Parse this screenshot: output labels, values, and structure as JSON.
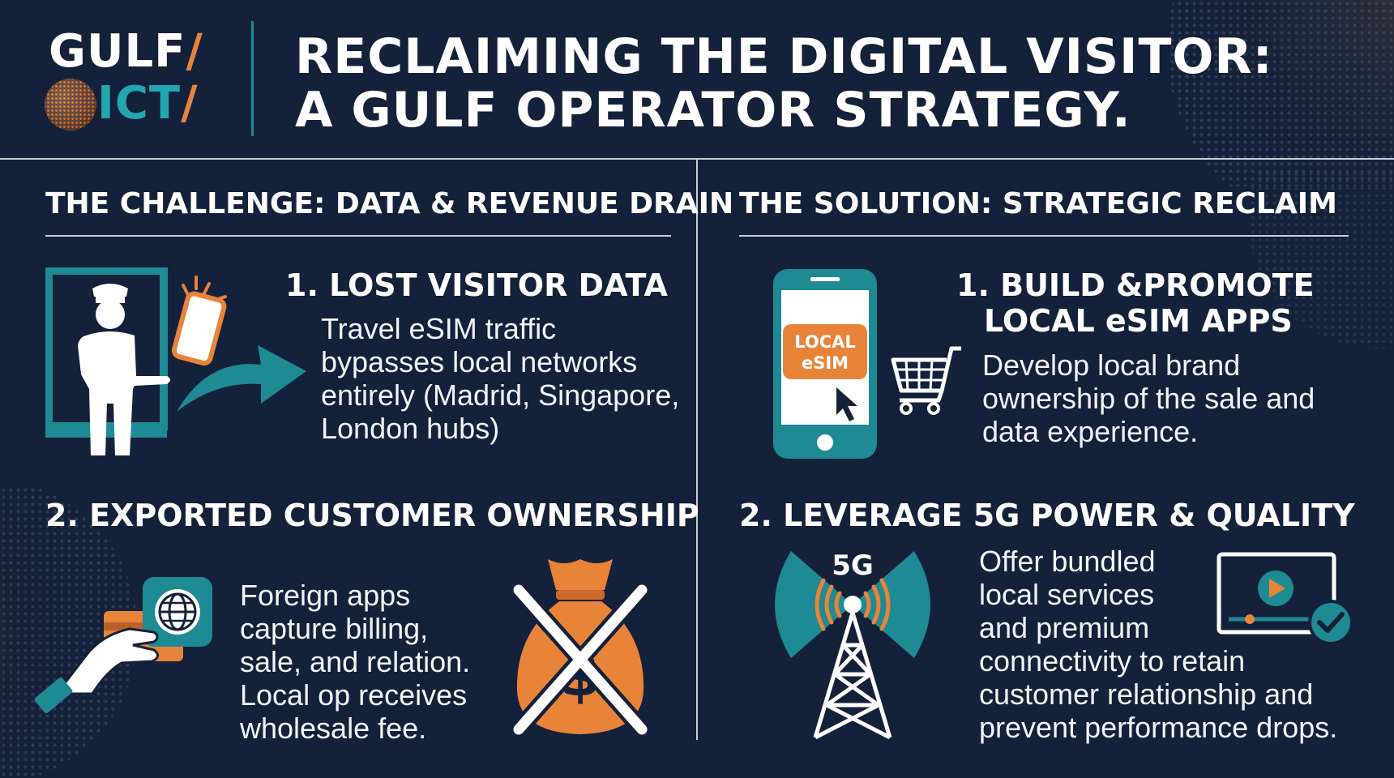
{
  "colors": {
    "background": "#14213a",
    "accent_teal": "#1e8a94",
    "accent_orange": "#e8833a",
    "text": "#ffffff"
  },
  "logo": {
    "line1": "GULF",
    "line2": "ICT",
    "slash": "/"
  },
  "header": {
    "title_line1": "RECLAIMING THE DIGITAL VISITOR:",
    "title_line2": "A GULF OPERATOR STRATEGY."
  },
  "challenge": {
    "heading": "THE CHALLENGE: DATA & REVENUE DRAIN",
    "item1": {
      "title": "1. LOST VISITOR DATA",
      "body": [
        "Travel eSIM traffic",
        "bypasses local networks",
        "entirely (Madrid, Singapore,",
        "London hubs)"
      ],
      "icon": "border-officer-phone-icon"
    },
    "item2": {
      "title": "2. EXPORTED CUSTOMER OWNERSHIP",
      "body": [
        "Foreign apps",
        "capture billing,",
        "sale, and relation.",
        "Local op receives",
        "wholesale fee."
      ],
      "icons": [
        "hand-card-globe-icon",
        "crossed-money-bag-icon"
      ]
    }
  },
  "solution": {
    "heading": "THE SOLUTION: STRATEGIC RECLAIM",
    "item1": {
      "title_line1": "1. BUILD &PROMOTE",
      "title_line2": "LOCAL eSIM APPS",
      "body": [
        "Develop local brand",
        "ownership of the sale and",
        "data experience."
      ],
      "phone_label_line1": "LOCAL",
      "phone_label_line2": "eSIM",
      "icons": [
        "local-esim-phone-icon",
        "shopping-cart-icon"
      ]
    },
    "item2": {
      "title": "2. LEVERAGE 5G POWER & QUALITY",
      "tower_label": "5G",
      "body": [
        "Offer bundled",
        "local services",
        "and premium",
        "connectivity to retain",
        "customer relationship and",
        "prevent performance drops."
      ],
      "icons": [
        "5g-tower-icon",
        "video-check-icon"
      ]
    }
  }
}
